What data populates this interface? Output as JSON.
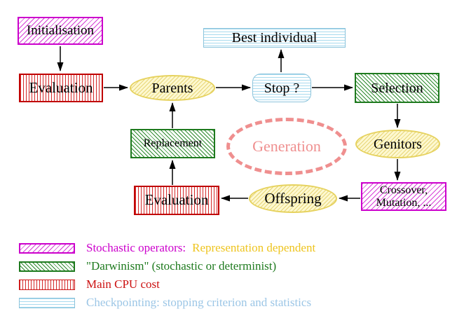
{
  "diagram": {
    "nodes": {
      "initialisation": {
        "label": "Initialisation"
      },
      "evaluation_top": {
        "label": "Evaluation"
      },
      "parents": {
        "label": "Parents"
      },
      "stop": {
        "label": "Stop ?"
      },
      "best_individual": {
        "label": "Best individual"
      },
      "selection": {
        "label": "Selection"
      },
      "genitors": {
        "label": "Genitors"
      },
      "crossover_mutation": {
        "line1": "Crossover,",
        "line2": "Mutation, ..."
      },
      "offspring": {
        "label": "Offspring"
      },
      "evaluation_bottom": {
        "label": "Evaluation"
      },
      "replacement": {
        "label": "Replacement"
      },
      "generation": {
        "label": "Generation"
      }
    },
    "colors": {
      "stochastic_magenta": "#cc00cc",
      "darwinism_green": "#1e7a1e",
      "cpu_red": "#cc1111",
      "checkpoint_blue": "#9cc6e6",
      "yellow_ellipse_border": "#e6d25e",
      "yellow_ellipse_fill": "#fdf8d0",
      "generation_salmon": "#ef8f8f",
      "representation_gold": "#eec41e",
      "arrow_black": "#000000"
    }
  },
  "legend": {
    "items": [
      {
        "label": "Stochastic operators:",
        "sublabel": "Representation dependent"
      },
      {
        "label": "\"Darwinism\" (stochastic or determinist)"
      },
      {
        "label": "Main CPU cost"
      },
      {
        "label": "Checkpointing: stopping criterion and statistics"
      }
    ]
  }
}
